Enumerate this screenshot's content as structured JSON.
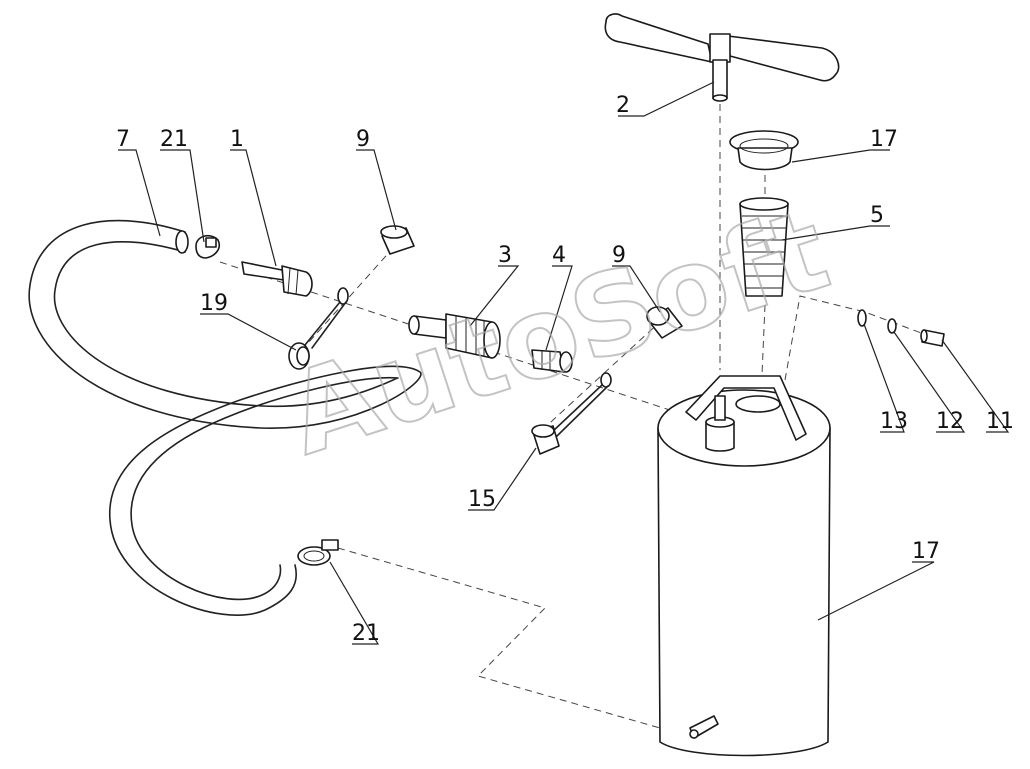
{
  "watermark": "AutoSoft",
  "callouts": {
    "c_2": "2",
    "c_17_cap": "17",
    "c_5": "5",
    "c_7": "7",
    "c_21_top": "21",
    "c_1": "1",
    "c_9_left": "9",
    "c_19": "19",
    "c_3": "3",
    "c_4": "4",
    "c_9_right": "9",
    "c_13": "13",
    "c_12": "12",
    "c_11": "11",
    "c_15": "15",
    "c_17_tank": "17",
    "c_21_bottom": "21"
  }
}
